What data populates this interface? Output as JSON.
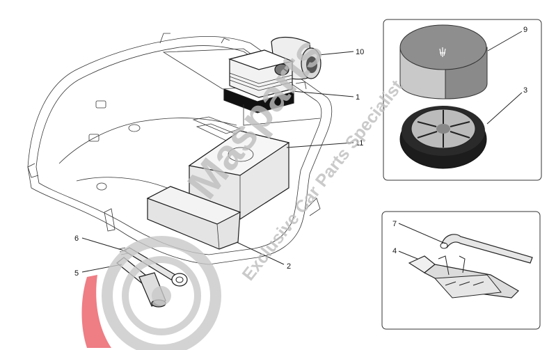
{
  "callouts": {
    "c1": "1",
    "c2": "2",
    "c3": "3",
    "c4": "4",
    "c5": "5",
    "c6": "6",
    "c7": "7",
    "c9": "9",
    "c10": "10",
    "c11": "11"
  },
  "watermark": {
    "brand": "Masparts",
    "tagline": "Exclusive Car Parts Specialist"
  },
  "colors": {
    "grey_dark": "#8a8a8a",
    "grey_light": "#c9c9c9",
    "logo_red": "#e8404a",
    "tire_black": "#1c1c1c"
  }
}
